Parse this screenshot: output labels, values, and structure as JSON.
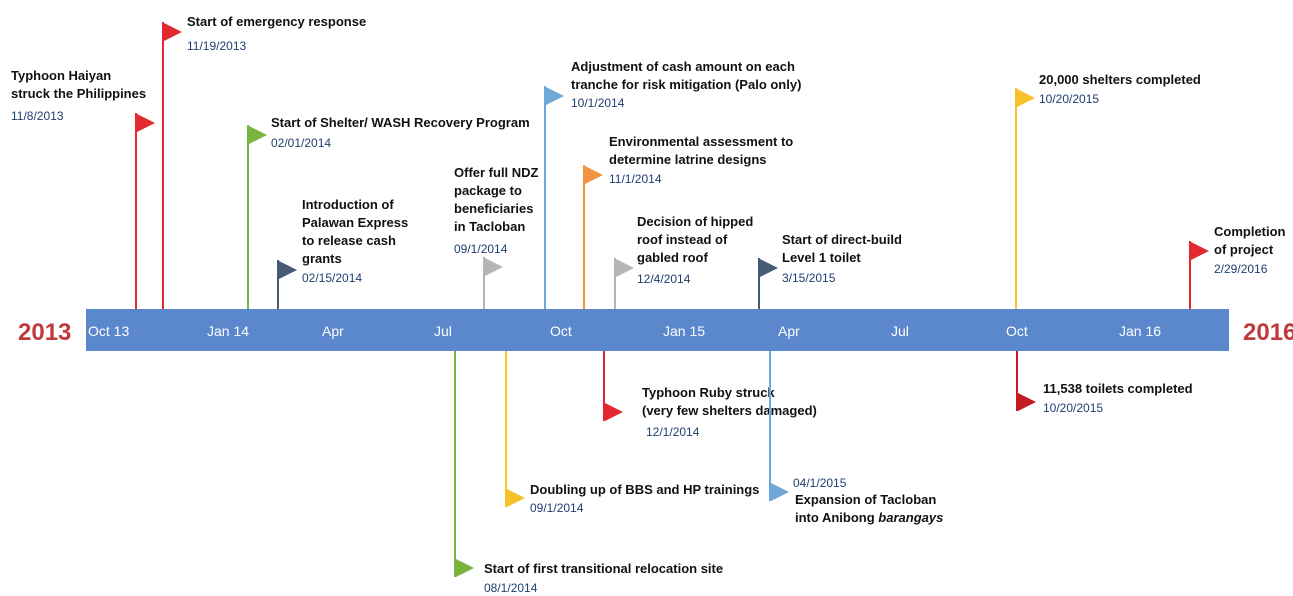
{
  "years": {
    "start": "2013",
    "end": "2016"
  },
  "ticks": [
    "Oct 13",
    "Jan 14",
    "Apr",
    "Jul",
    "Oct",
    "Jan 15",
    "Apr",
    "Jul",
    "Oct",
    "Jan 16"
  ],
  "colors": {
    "axis": "#5b87cc",
    "year": "#c0393b",
    "red": "#e02a2f",
    "green": "#78b53f",
    "navy": "#465a73",
    "gray": "#b5b5b5",
    "blue": "#6fa7d8",
    "orange": "#f39540",
    "yellow": "#f6c12a",
    "darkred": "#c01c22"
  },
  "events": [
    {
      "title_lines": [
        "Typhoon Haiyan",
        "struck the Philippines"
      ],
      "date": "11/8/2013",
      "color": "red"
    },
    {
      "title_lines": [
        "Start of emergency response"
      ],
      "date": "11/19/2013",
      "color": "red"
    },
    {
      "title_lines": [
        "Start of Shelter/ WASH Recovery Program"
      ],
      "date": "02/01/2014",
      "color": "green"
    },
    {
      "title_lines": [
        "Introduction of",
        "Palawan Express",
        "to release cash",
        "grants"
      ],
      "date": "02/15/2014",
      "color": "navy"
    },
    {
      "title_lines": [
        "Offer full NDZ",
        "package to",
        "beneficiaries",
        "in Tacloban"
      ],
      "date": "09/1/2014",
      "color": "gray"
    },
    {
      "title_lines": [
        "Adjustment of cash amount on each",
        "tranche for risk mitigation (Palo only)"
      ],
      "date": "10/1/2014",
      "color": "blue"
    },
    {
      "title_lines": [
        "Environmental assessment to",
        "determine latrine designs"
      ],
      "date": "11/1/2014",
      "color": "orange"
    },
    {
      "title_lines": [
        "Decision of hipped",
        "roof instead of",
        "gabled roof"
      ],
      "date": "12/4/2014",
      "color": "gray"
    },
    {
      "title_lines": [
        "Start of direct-build",
        "Level 1 toilet"
      ],
      "date": "3/15/2015",
      "color": "navy"
    },
    {
      "title_lines": [
        "20,000 shelters completed"
      ],
      "date": "10/20/2015",
      "color": "yellow"
    },
    {
      "title_lines": [
        "Completion",
        "of project"
      ],
      "date": "2/29/2016",
      "color": "red"
    },
    {
      "title_lines": [
        "Start of first transitional relocation site"
      ],
      "date": "08/1/2014",
      "color": "green"
    },
    {
      "title_lines": [
        "Doubling up of BBS and HP trainings"
      ],
      "date": "09/1/2014",
      "color": "yellow"
    },
    {
      "title_lines": [
        "Typhoon Ruby struck",
        "(very few shelters damaged)"
      ],
      "date": "12/1/2014",
      "color": "red"
    },
    {
      "title_lines": [
        "Expansion of Tacloban",
        "into Anibong",
        "barangays"
      ],
      "date": "04/1/2015",
      "color": "blue"
    },
    {
      "title_lines": [
        "11,538 toilets completed"
      ],
      "date": "10/20/2015",
      "color": "darkred"
    }
  ]
}
